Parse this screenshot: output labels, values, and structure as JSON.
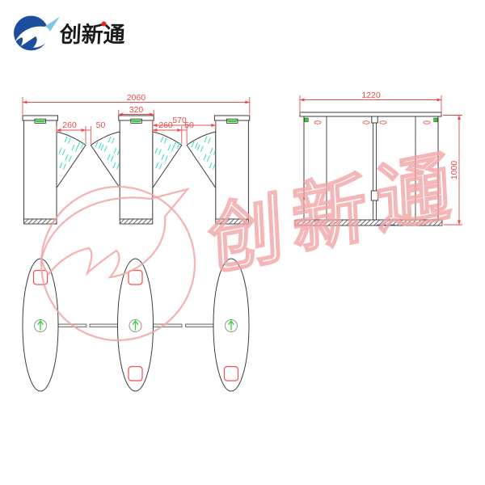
{
  "logo": {
    "text": "创新通",
    "text_color": "#1a1a1a",
    "accent_dot_color": "#e8281e",
    "circle_color": "#1d4e9e",
    "swoosh_tip_color": "#7fc4ea"
  },
  "watermark": {
    "chars": [
      "创",
      "新",
      "通"
    ],
    "color": "#f2a5a5"
  },
  "front_view": {
    "dims": {
      "overall_width": "2060",
      "cabinet_width": "320",
      "lane_width": "570",
      "left_flap_length": "260",
      "left_flap_gap": "50",
      "right_flap_length": "260",
      "right_flap_gap": "50"
    }
  },
  "side_view": {
    "dims": {
      "depth": "1220",
      "height": "1000"
    }
  },
  "colors": {
    "outline": "#3c3c3c",
    "dimension_red": "#e84c4c",
    "glass_mark_cyan": "#35dfc0",
    "led_green": "#2fd32f",
    "reader_red": "#f05050",
    "watermark_pink": "#f2a5a5"
  }
}
